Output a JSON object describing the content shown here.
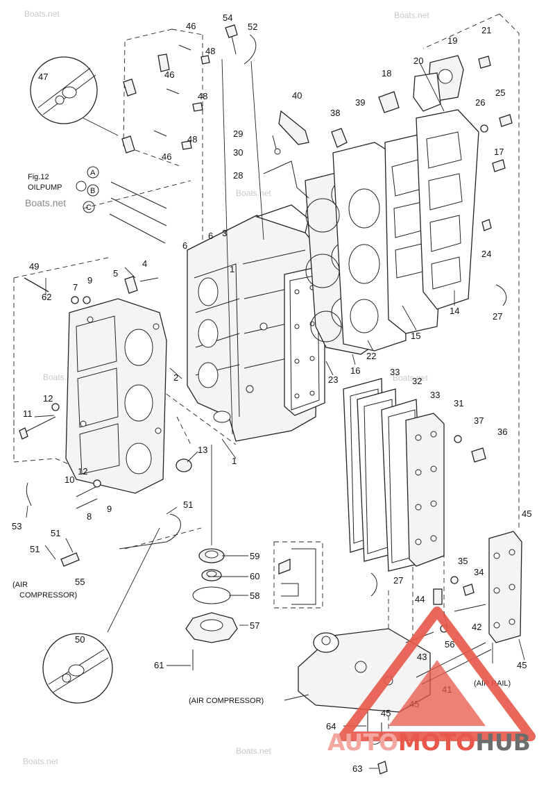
{
  "figure": {
    "oil_pump_ref": [
      "Fig.12",
      "OILPUMP"
    ],
    "circle_letters": [
      "A",
      "B",
      "C"
    ],
    "annotations": [
      "(AIR COMPRESSOR)",
      "(AIR COMPRESSOR)",
      "(AIR RAIL)"
    ],
    "part_numbers": [
      "1",
      "2",
      "3",
      "4",
      "5",
      "6",
      "7",
      "8",
      "9",
      "10",
      "11",
      "12",
      "13",
      "14",
      "15",
      "16",
      "17",
      "18",
      "19",
      "20",
      "21",
      "22",
      "23",
      "24",
      "25",
      "26",
      "27",
      "28",
      "29",
      "30",
      "31",
      "32",
      "33",
      "34",
      "35",
      "36",
      "37",
      "38",
      "39",
      "40",
      "41",
      "42",
      "43",
      "44",
      "45",
      "46",
      "47",
      "48",
      "49",
      "50",
      "51",
      "52",
      "53",
      "54",
      "55",
      "56",
      "57",
      "58",
      "59",
      "60",
      "61",
      "62",
      "63",
      "64"
    ]
  },
  "watermark": {
    "site": "Boats.net",
    "logo": {
      "part1": "AUTO",
      "part2": "MOTO",
      "part3": "HUB"
    }
  },
  "colors": {
    "logo_red": "#e8574a",
    "logo_gray": "#6d6d6d",
    "ink": "#222222",
    "watermark": "#c8c8c8"
  }
}
